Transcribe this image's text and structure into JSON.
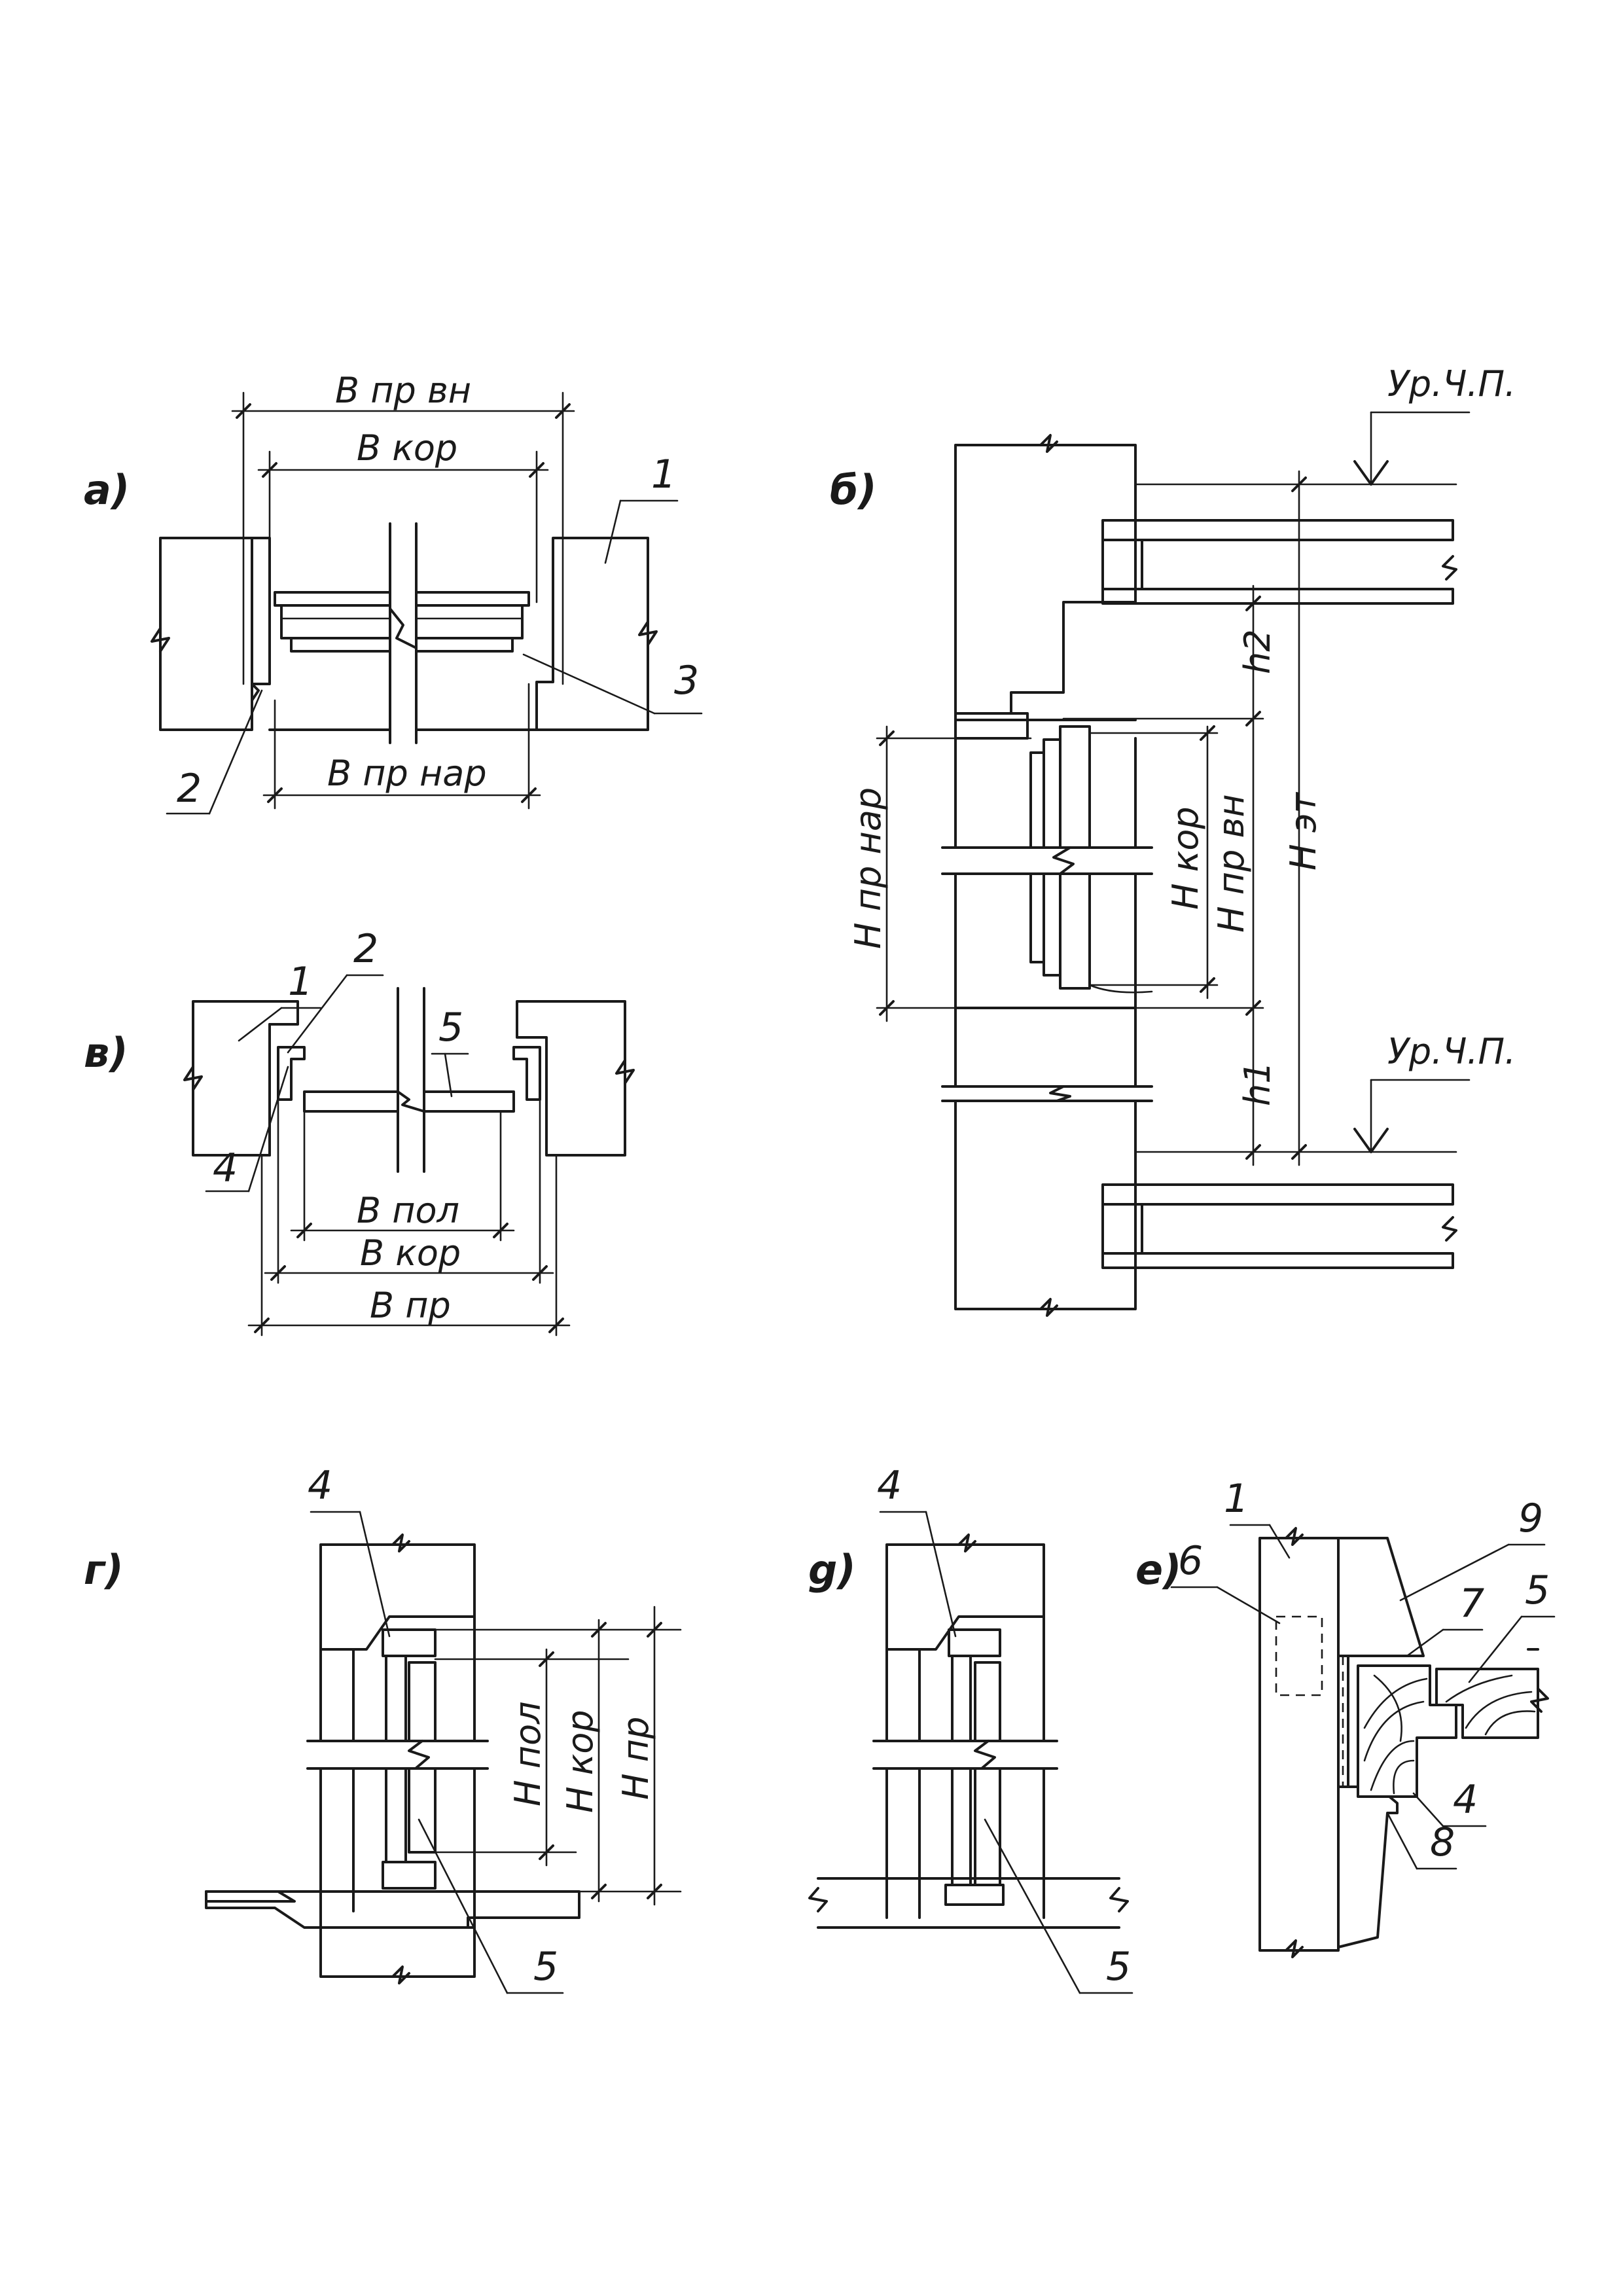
{
  "figures": {
    "a": {
      "label": "а)",
      "dims": {
        "b_pr_vn": "B  пр  вн",
        "b_kor": "B  кор",
        "b_pr_nar": "B  пр  нар"
      },
      "callouts": [
        "1",
        "2",
        "3"
      ]
    },
    "b": {
      "label": "б)",
      "level_top": "Ур.Ч.П.",
      "level_bottom": "Ур.Ч.П.",
      "dims": {
        "h2": "h2",
        "h1": "h1",
        "h_et": "H  эт",
        "h_pr_vn": "H  пр  вн",
        "h_kor": "H  кор",
        "h_pr_nar": "H  пр  нар"
      }
    },
    "v": {
      "label": "в)",
      "dims": {
        "b_pol": "B  пол",
        "b_kor": "B  кор",
        "b_pr": "B  пр"
      },
      "callouts": [
        "1",
        "2",
        "5",
        "4"
      ]
    },
    "g": {
      "label": "г)",
      "dims": {
        "h_pol": "H  пол",
        "h_kor": "H  кор",
        "h_pr": "H  пр"
      },
      "callouts": [
        "4",
        "5"
      ]
    },
    "d": {
      "label": "g)",
      "callouts": [
        "4",
        "5"
      ]
    },
    "e": {
      "label": "е)",
      "callouts": [
        "1",
        "6",
        "9",
        "7",
        "5",
        "4",
        "8"
      ]
    }
  }
}
